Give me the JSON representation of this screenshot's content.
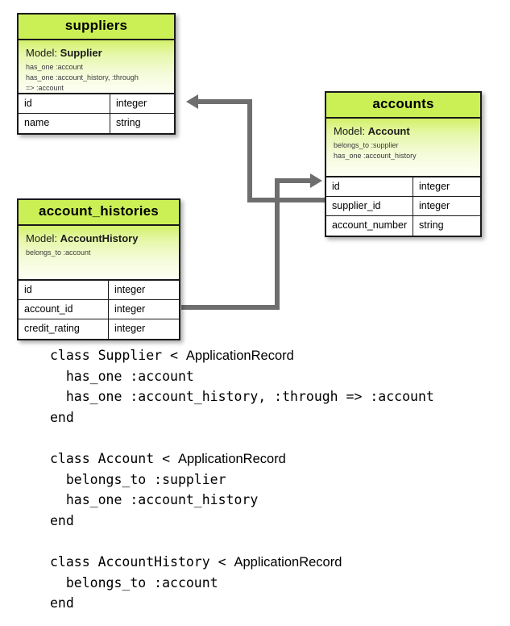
{
  "diagram": {
    "type": "entity-relationship-diagram",
    "entities": [
      {
        "id": "suppliers",
        "title": "suppliers",
        "model_label": "Model:",
        "model_name": "Supplier",
        "associations": [
          "has_one :account",
          "has_one :account_history, :through",
          "=> :account"
        ],
        "fields": [
          {
            "name": "id",
            "type": "integer"
          },
          {
            "name": "name",
            "type": "string"
          }
        ]
      },
      {
        "id": "accounts",
        "title": "accounts",
        "model_label": "Model:",
        "model_name": "Account",
        "associations": [
          "belongs_to :supplier",
          "has_one :account_history"
        ],
        "fields": [
          {
            "name": "id",
            "type": "integer"
          },
          {
            "name": "supplier_id",
            "type": "integer"
          },
          {
            "name": "account_number",
            "type": "string"
          }
        ]
      },
      {
        "id": "account_histories",
        "title": "account_histories",
        "model_label": "Model:",
        "model_name": "AccountHistory",
        "associations": [
          "belongs_to :account"
        ],
        "fields": [
          {
            "name": "id",
            "type": "integer"
          },
          {
            "name": "account_id",
            "type": "integer"
          },
          {
            "name": "credit_rating",
            "type": "integer"
          }
        ]
      }
    ],
    "relationships": [
      {
        "from": "accounts.supplier_id",
        "to": "suppliers.id",
        "arrow": "left"
      },
      {
        "from": "account_histories.account_id",
        "to": "accounts.id",
        "arrow": "right"
      }
    ],
    "colors": {
      "header_green": "#cbf055",
      "gradient_top": "#d2f069",
      "gradient_bottom": "#fdfff4",
      "border": "#1a1a1a",
      "connector": "#6e6e6e"
    }
  },
  "code": {
    "lines": [
      [
        {
          "t": "class Supplier < ",
          "k": "mono"
        },
        {
          "t": "ApplicationRecord",
          "k": "sans"
        }
      ],
      [
        {
          "t": "  has_one :account",
          "k": "mono"
        }
      ],
      [
        {
          "t": "  has_one :account_history, :through => :account",
          "k": "mono"
        }
      ],
      [
        {
          "t": "end",
          "k": "mono"
        }
      ],
      [
        {
          "t": "",
          "k": "mono"
        }
      ],
      [
        {
          "t": "class Account < ",
          "k": "mono"
        },
        {
          "t": "ApplicationRecord",
          "k": "sans"
        }
      ],
      [
        {
          "t": "  belongs_to :supplier",
          "k": "mono"
        }
      ],
      [
        {
          "t": "  has_one :account_history",
          "k": "mono"
        }
      ],
      [
        {
          "t": "end",
          "k": "mono"
        }
      ],
      [
        {
          "t": "",
          "k": "mono"
        }
      ],
      [
        {
          "t": "class AccountHistory < ",
          "k": "mono"
        },
        {
          "t": "ApplicationRecord",
          "k": "sans"
        }
      ],
      [
        {
          "t": "  belongs_to :account",
          "k": "mono"
        }
      ],
      [
        {
          "t": "end",
          "k": "mono"
        }
      ]
    ]
  }
}
